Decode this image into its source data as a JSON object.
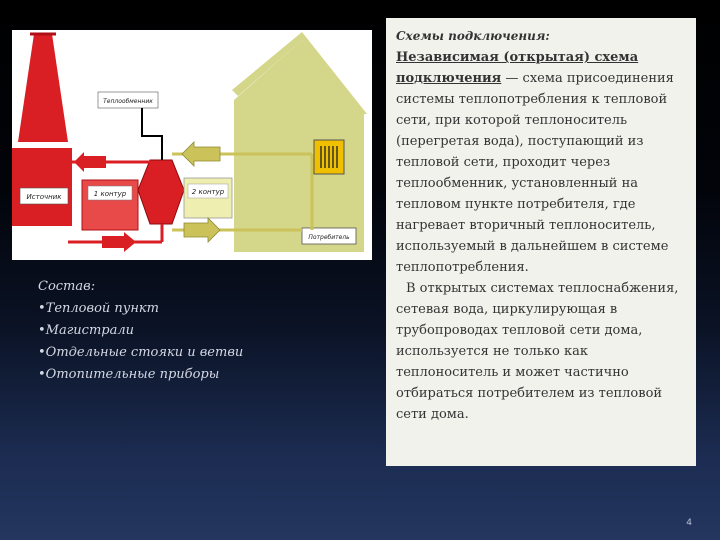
{
  "diagram": {
    "label_heat_exchanger": "Теплообменник",
    "label_source": "Источник",
    "label_circuit_1": "1 контур",
    "label_circuit_2": "2 контур",
    "label_consumer": "Потребитель"
  },
  "composition": {
    "title": "Состав:",
    "items": [
      "•Тепловой пункт",
      "•Магистрали",
      "•Отдельные стояки и ветви",
      "•Отопительные приборы"
    ]
  },
  "panel": {
    "heading": "Схемы подключения:",
    "term": "Независимая (открытая) схема подключения",
    "definition": " — схема присоединения системы теплопотребления к тепловой сети, при которой теплоноситель (перегретая вода), поступающий из тепловой сети, проходит через теплообменник, установленный на тепловом пункте потребителя, где нагревает вторичный теплоноситель, используемый в дальнейшем в системе теплопотребления.",
    "paragraph2": "В открытых системах теплоснабжения, сетевая вода, циркулирующая в трубопроводах тепловой сети дома, используется не только как теплоноситель и может частично отбираться потребителем из тепловой сети дома."
  },
  "page_number": "4",
  "colors": {
    "red": "#d91e24",
    "house": "#d4d68a",
    "arrow": "#ccc25a",
    "panel_bg": "#f2f2ec"
  }
}
